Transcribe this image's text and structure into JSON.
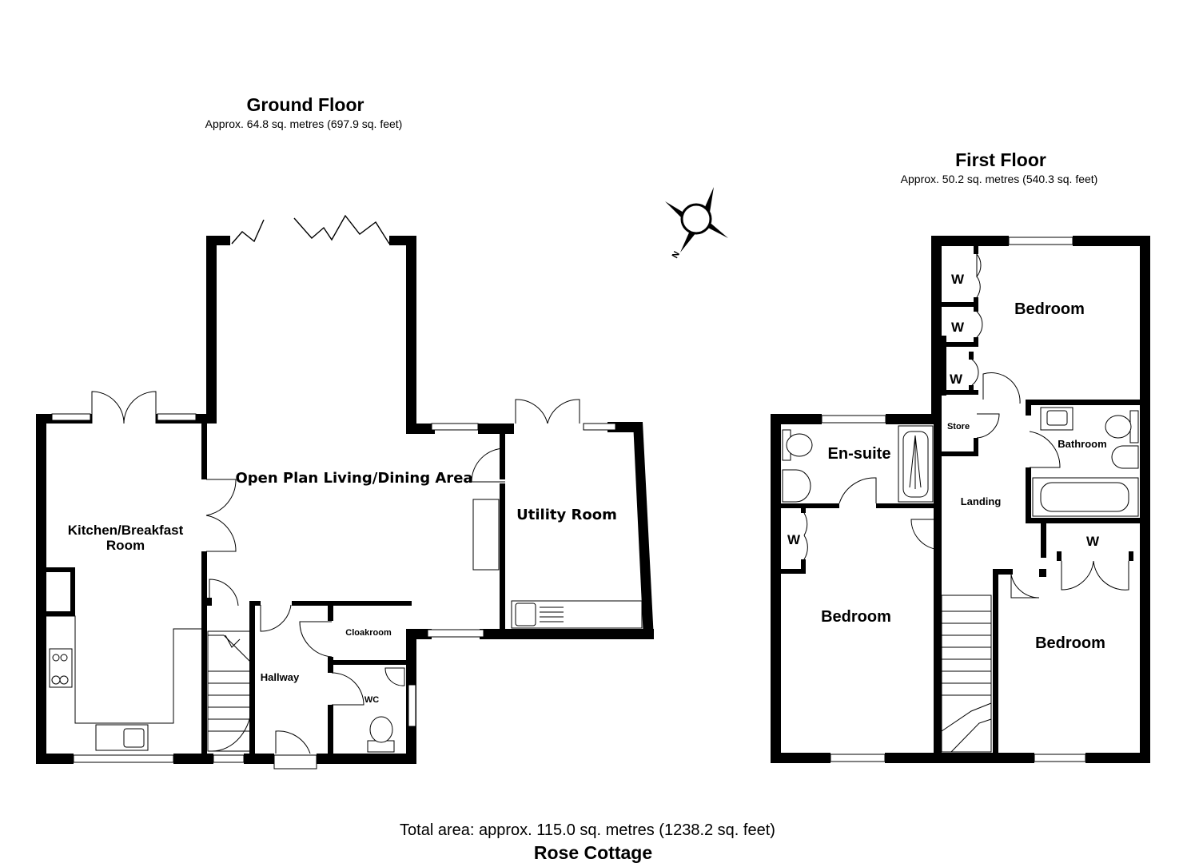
{
  "ground_floor": {
    "title": "Ground Floor",
    "area": "Approx. 64.8 sq. metres (697.9 sq. feet)",
    "rooms": {
      "open_plan": "Open Plan Living/Dining Area",
      "kitchen_line1": "Kitchen/Breakfast",
      "kitchen_line2": "Room",
      "utility": "Utility Room",
      "cloakroom": "Cloakroom",
      "hallway": "Hallway",
      "wc": "WC"
    }
  },
  "first_floor": {
    "title": "First Floor",
    "area": "Approx. 50.2 sq. metres (540.3 sq. feet)",
    "rooms": {
      "bedroom_top": "Bedroom",
      "bedroom_left": "Bedroom",
      "bedroom_right": "Bedroom",
      "ensuite": "En-suite",
      "bathroom": "Bathroom",
      "store": "Store",
      "landing": "Landing",
      "wardrobe": "W"
    }
  },
  "compass": {
    "label": "N"
  },
  "footer": {
    "total": "Total area: approx. 115.0 sq. metres (1238.2 sq. feet)",
    "name": "Rose Cottage"
  }
}
